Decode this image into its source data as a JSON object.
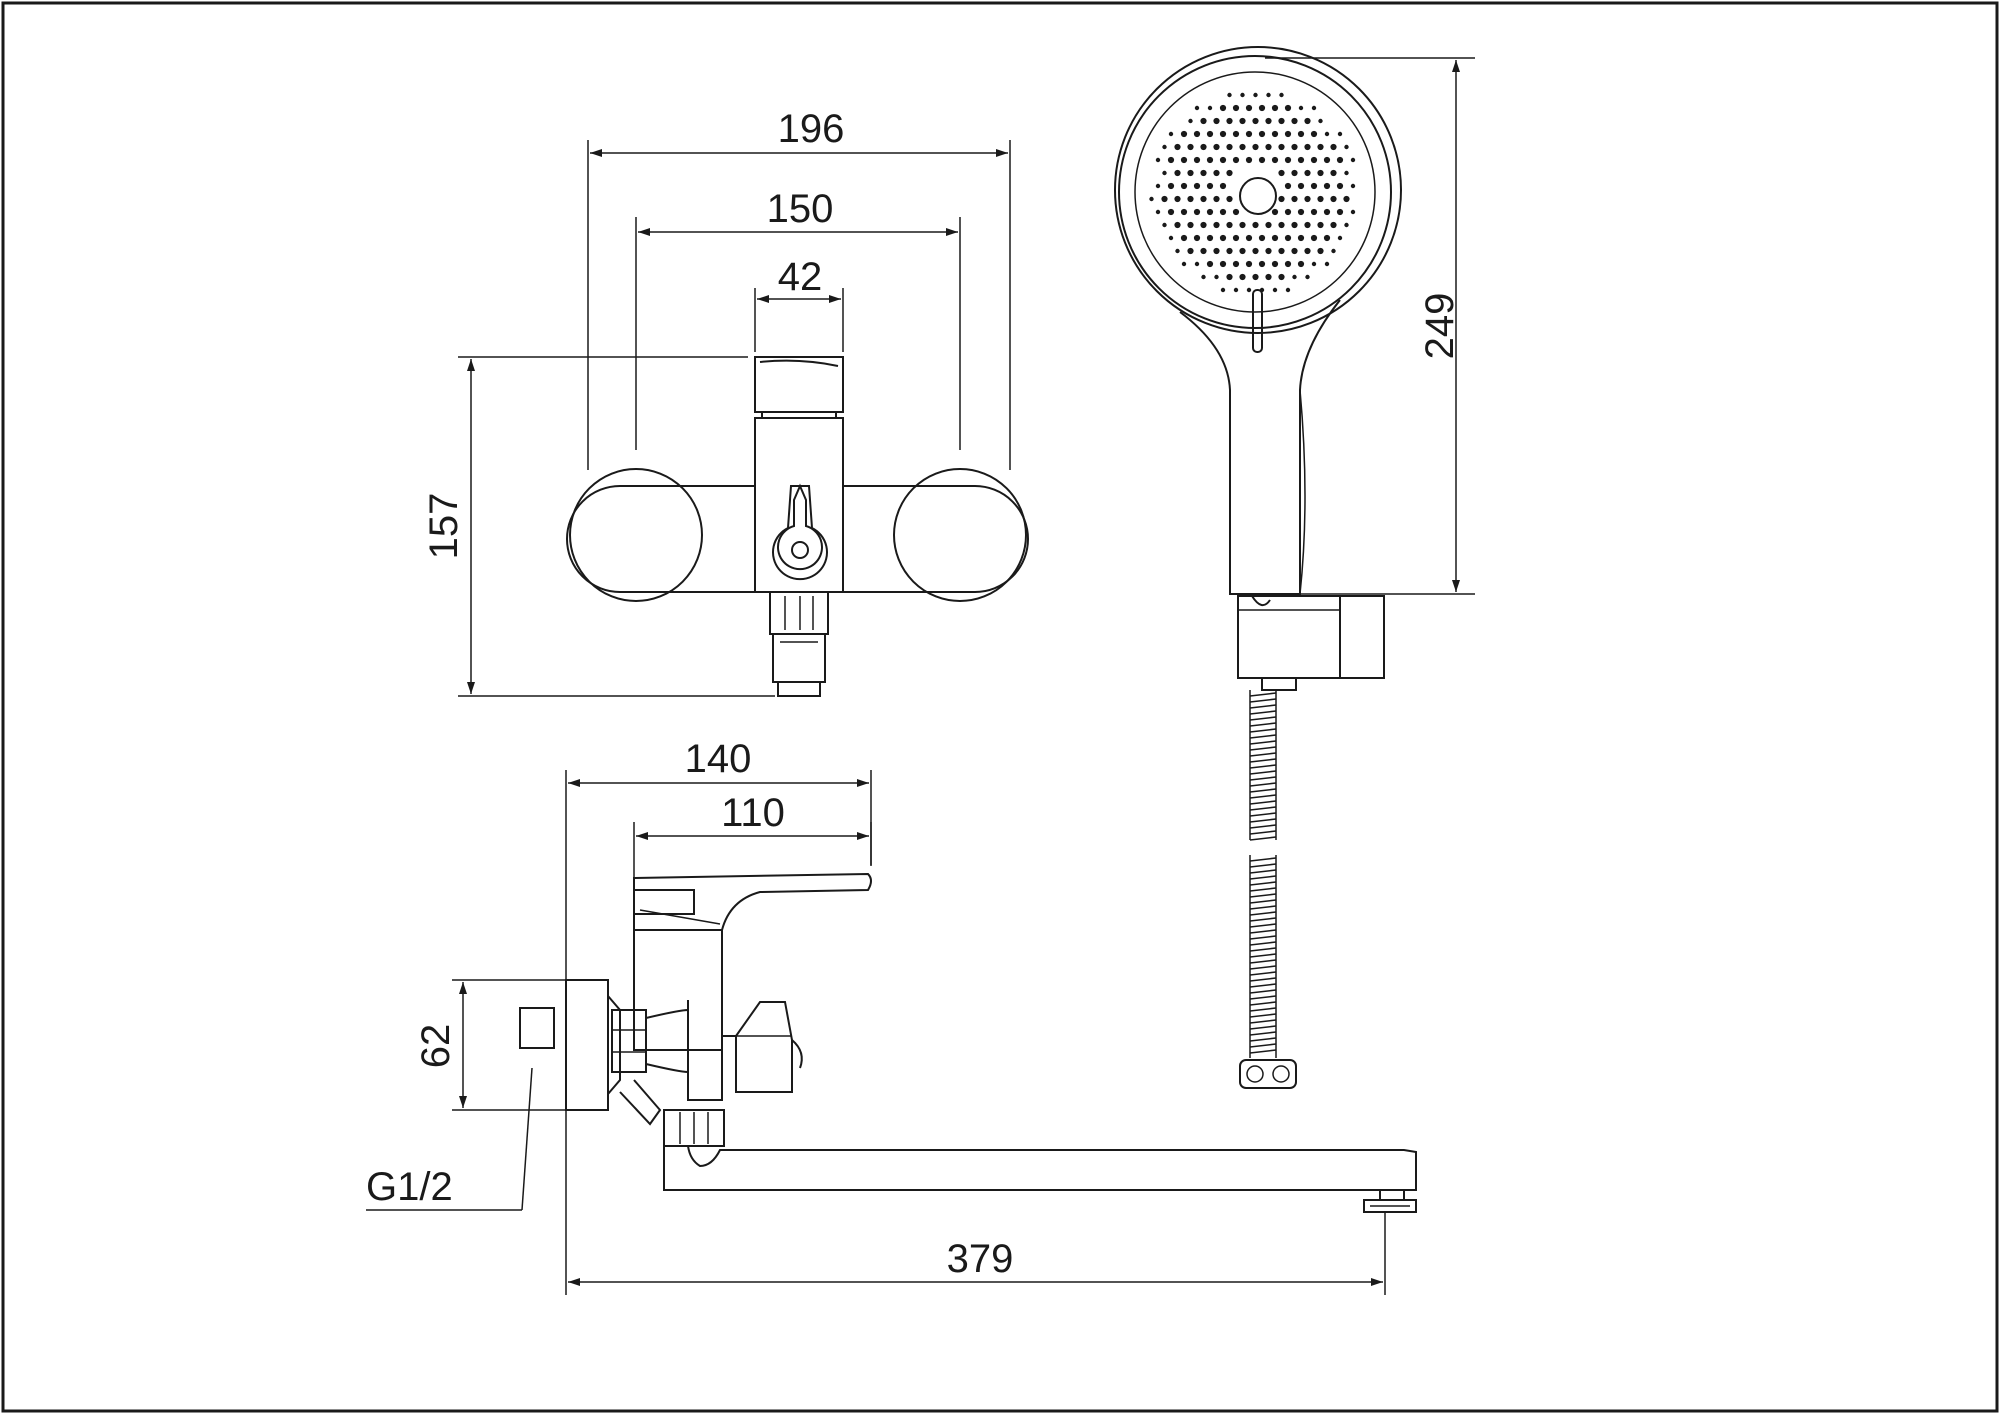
{
  "drawing": {
    "dimensions": {
      "front_overall_width": "196",
      "front_center_distance": "150",
      "front_handle_width": "42",
      "front_height": "157",
      "hand_shower_length": "249",
      "side_depth": "140",
      "side_handle_depth": "110",
      "side_inlet_height": "62",
      "spout_length": "379"
    },
    "thread_label": "G1/2"
  }
}
